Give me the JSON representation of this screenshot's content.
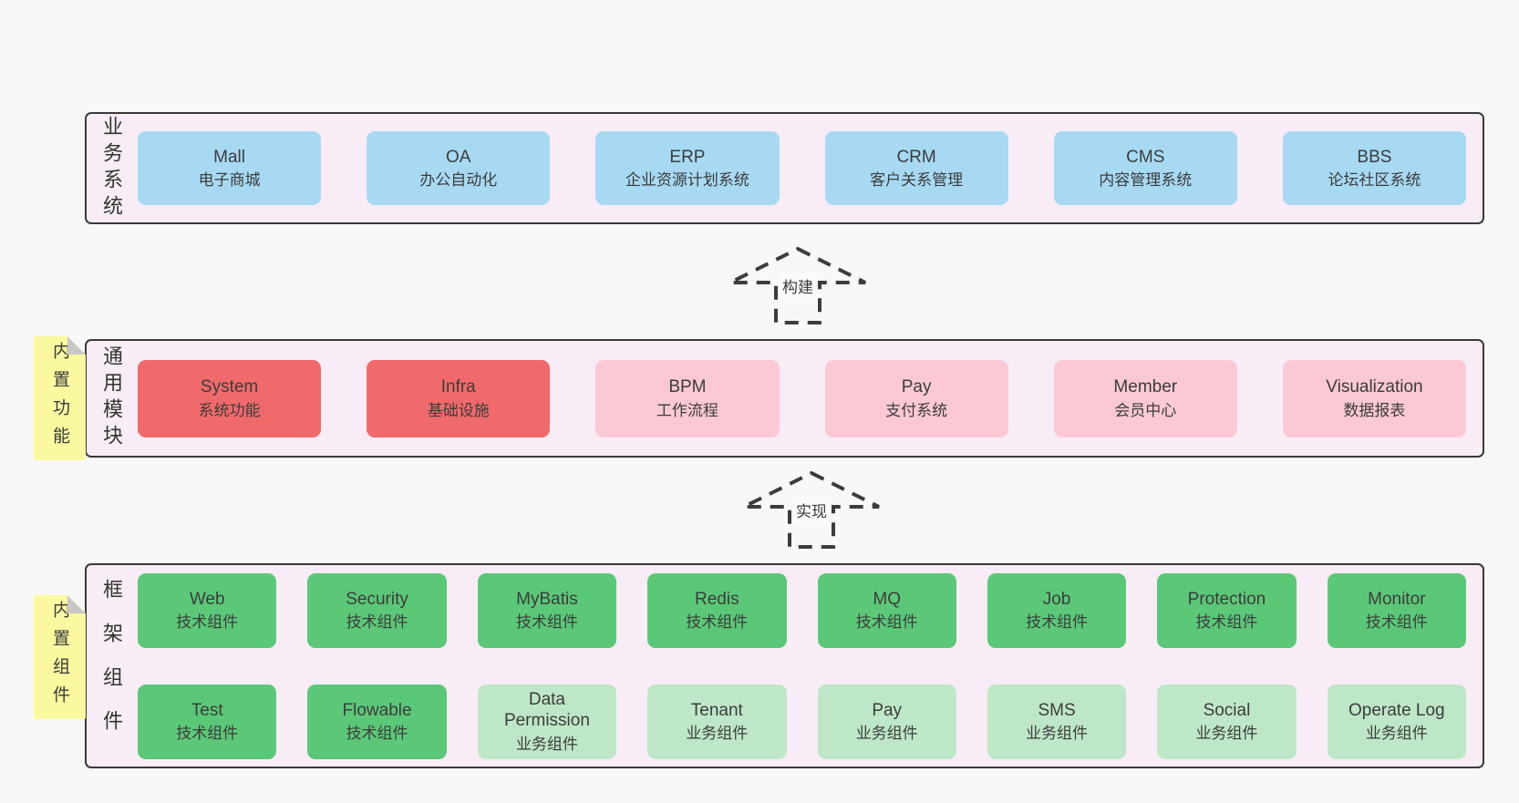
{
  "colors": {
    "pageBg": "#f8f8f8",
    "containerFill": "#f8edf6",
    "border": "#3a3a3a",
    "text": "#3c3c3c",
    "blue": "#a7d9f2",
    "red": "#f16a6b",
    "pink": "#fac9d4",
    "greenDark": "#5bc878",
    "greenLight": "#bee7c7",
    "yellow": "#faf9a0",
    "fold": "#c7c7c7"
  },
  "arrows": [
    {
      "label": "构建"
    },
    {
      "label": "实现"
    }
  ],
  "sections": [
    {
      "label": "业务系统",
      "boxes": [
        {
          "en": "Mall",
          "cn": "电子商城"
        },
        {
          "en": "OA",
          "cn": "办公自动化"
        },
        {
          "en": "ERP",
          "cn": "企业资源计划系统"
        },
        {
          "en": "CRM",
          "cn": "客户关系管理"
        },
        {
          "en": "CMS",
          "cn": "内容管理系统"
        },
        {
          "en": "BBS",
          "cn": "论坛社区系统"
        }
      ]
    },
    {
      "label": "通用模块",
      "note": "内置功能",
      "boxes": [
        {
          "en": "System",
          "cn": "系统功能"
        },
        {
          "en": "Infra",
          "cn": "基础设施"
        },
        {
          "en": "BPM",
          "cn": "工作流程"
        },
        {
          "en": "Pay",
          "cn": "支付系统"
        },
        {
          "en": "Member",
          "cn": "会员中心"
        },
        {
          "en": "Visualization",
          "cn": "数据报表"
        }
      ]
    },
    {
      "label": "框架组件",
      "note": "内置组件",
      "rows": [
        [
          {
            "en": "Web",
            "cn": "技术组件"
          },
          {
            "en": "Security",
            "cn": "技术组件"
          },
          {
            "en": "MyBatis",
            "cn": "技术组件"
          },
          {
            "en": "Redis",
            "cn": "技术组件"
          },
          {
            "en": "MQ",
            "cn": "技术组件"
          },
          {
            "en": "Job",
            "cn": "技术组件"
          },
          {
            "en": "Protection",
            "cn": "技术组件"
          },
          {
            "en": "Monitor",
            "cn": "技术组件"
          }
        ],
        [
          {
            "en": "Test",
            "cn": "技术组件"
          },
          {
            "en": "Flowable",
            "cn": "技术组件"
          },
          {
            "en": "Data Permission",
            "cn": "业务组件"
          },
          {
            "en": "Tenant",
            "cn": "业务组件"
          },
          {
            "en": "Pay",
            "cn": "业务组件"
          },
          {
            "en": "SMS",
            "cn": "业务组件"
          },
          {
            "en": "Social",
            "cn": "业务组件"
          },
          {
            "en": "Operate Log",
            "cn": "业务组件"
          }
        ]
      ]
    }
  ]
}
